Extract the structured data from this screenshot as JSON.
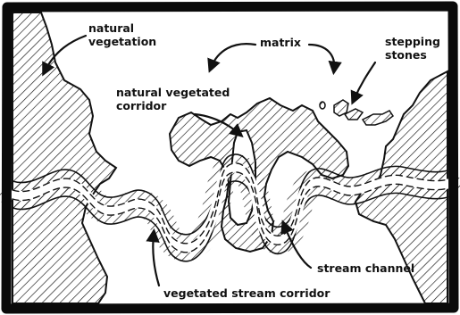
{
  "diagram": {
    "labels": {
      "natural_vegetation": [
        "natural",
        "vegetation"
      ],
      "matrix": "matrix",
      "stepping_stones": [
        "stepping",
        "stones"
      ],
      "natural_vegetated_corridor": [
        "natural vegetated",
        "corridor"
      ],
      "stream_channel": "stream channel",
      "vegetated_stream_corridor": "vegetated stream corridor"
    },
    "colors": {
      "ink": "#111111",
      "background": "#ffffff",
      "frame": "#0a0a0a"
    }
  }
}
